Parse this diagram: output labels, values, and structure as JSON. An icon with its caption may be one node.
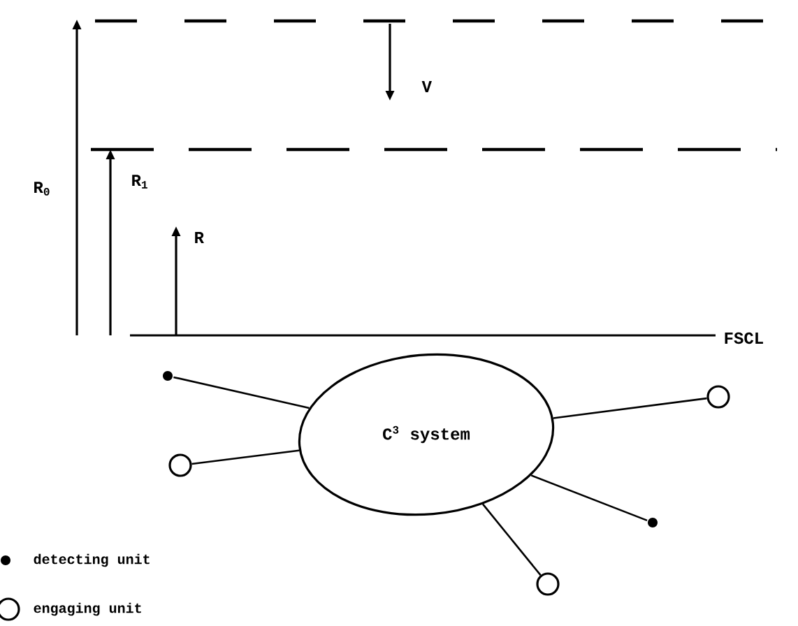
{
  "diagram": {
    "nodes": [
      {
        "text": [
          "C$^{3}$ system"
        ]
      },
      {
        "text": [],
        "shape": "dot"
      },
      {
        "text": [],
        "shape": "circle"
      },
      {
        "text": [],
        "shape": "circle"
      },
      {
        "text": [],
        "shape": "dot"
      },
      {
        "text": [],
        "shape": "circle"
      }
    ],
    "edges": [
      {
        "from": 1,
        "to": 0,
        "arrow": "none"
      },
      {
        "from": 2,
        "to": 0,
        "arrow": "none"
      },
      {
        "from": 3,
        "to": 0,
        "arrow": "none"
      },
      {
        "from": 4,
        "to": 0,
        "arrow": "none"
      },
      {
        "from": 5,
        "to": 0,
        "arrow": "none"
      }
    ],
    "labels": [
      "V",
      "R$_{0}$",
      "R$_{1}$",
      "R",
      "FSCL"
    ],
    "legend": [
      {
        "text": "detecting unit"
      },
      {
        "text": "engaging unit"
      }
    ]
  }
}
